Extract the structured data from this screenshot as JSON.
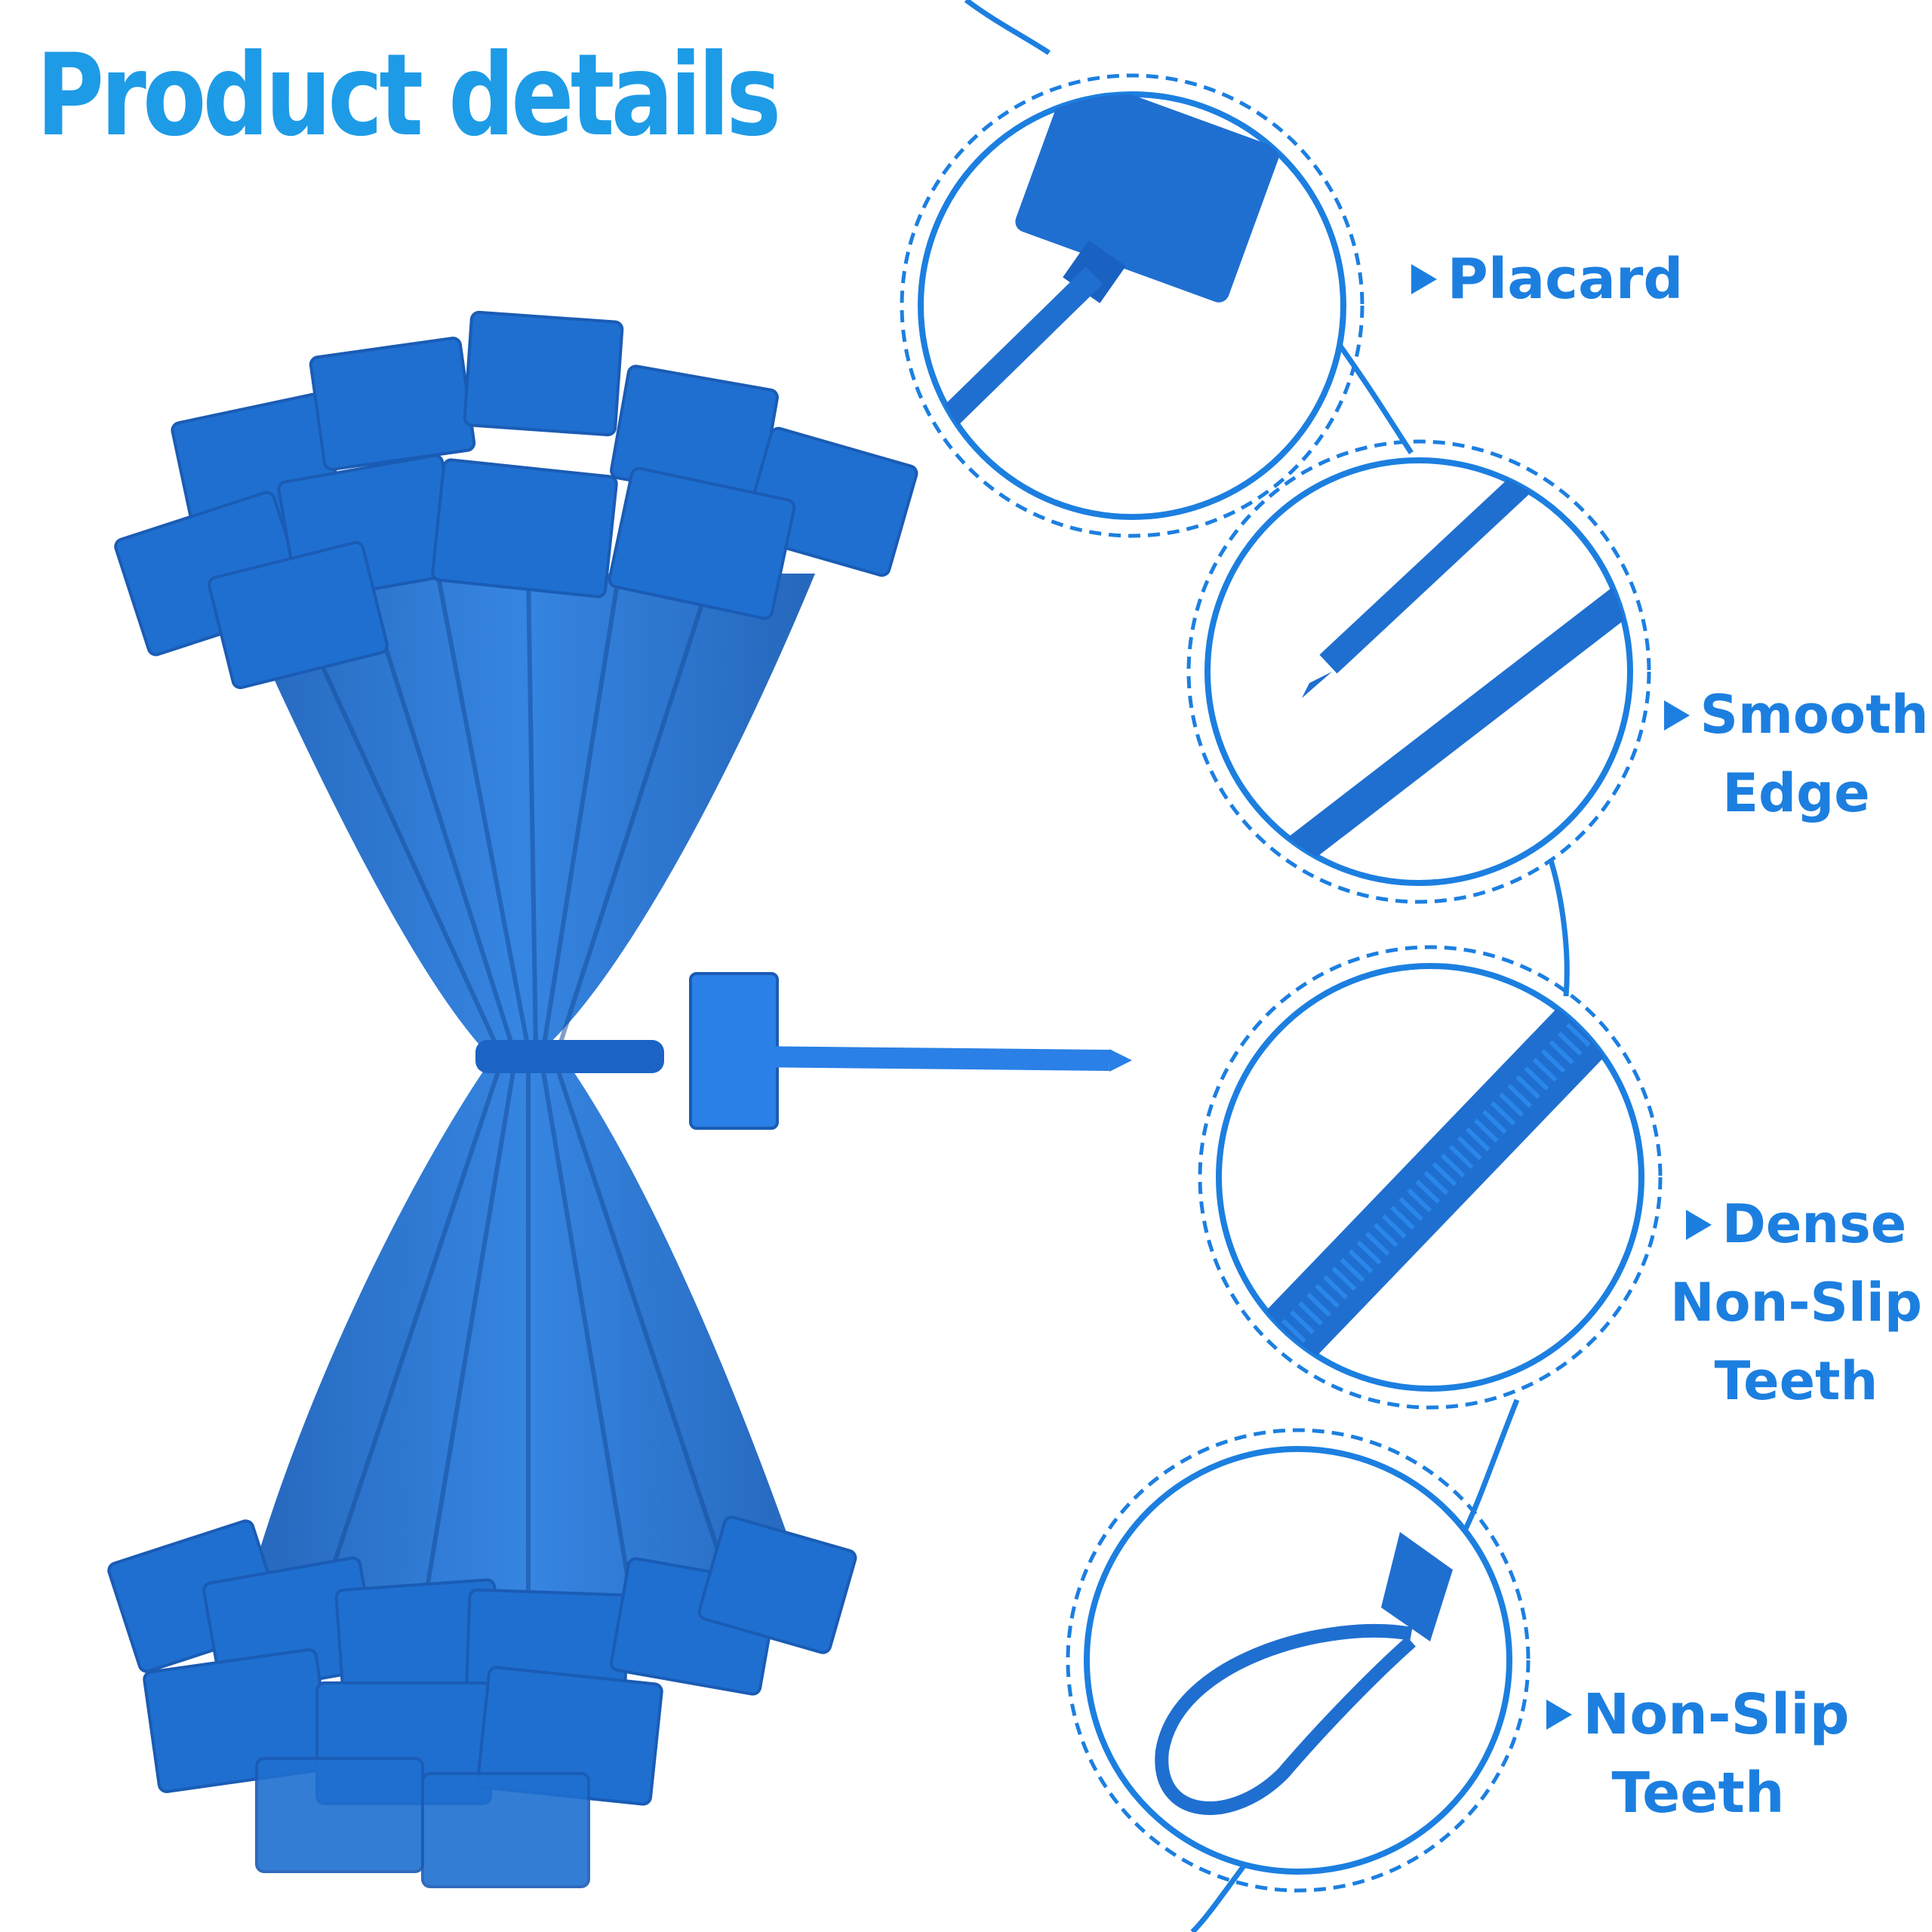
{
  "title": "Product details",
  "colors": {
    "title": "#1e9be6",
    "accent": "#1c7fe0",
    "product": "#1f6fd0"
  },
  "features": [
    {
      "lines": [
        "Placard"
      ]
    },
    {
      "lines": [
        "Smooth",
        "Edge"
      ]
    },
    {
      "lines": [
        "Dense",
        "Non-Slip",
        "Teeth"
      ]
    },
    {
      "lines": [
        "Non-Slip",
        "Teeth"
      ]
    }
  ]
}
